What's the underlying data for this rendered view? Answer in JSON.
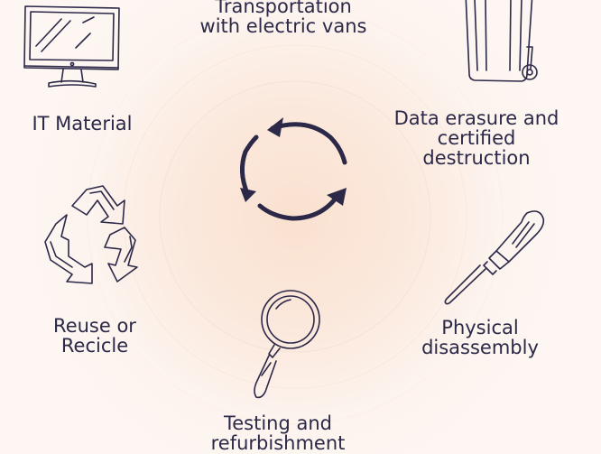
{
  "steps": {
    "transportation": [
      "Transportation",
      "with electric vans"
    ],
    "it_material": [
      "IT Material"
    ],
    "data_erasure": [
      "Data erasure and",
      "certified",
      "destruction"
    ],
    "reuse": [
      "Reuse or",
      "Recicle"
    ],
    "physical": [
      "Physical",
      "disassembly"
    ],
    "testing": [
      "Testing and",
      "refurbishment"
    ]
  },
  "icons": {
    "it_material": "computer-monitor-icon",
    "data_erasure": "trash-bin-icon",
    "reuse": "recycle-icon",
    "physical": "screwdriver-icon",
    "testing": "magnifying-glass-icon",
    "center": "cycle-arrows-icon"
  },
  "colors": {
    "ink": "#2c2848",
    "background": "#fdf6f2",
    "glow": "#fae0ce"
  }
}
